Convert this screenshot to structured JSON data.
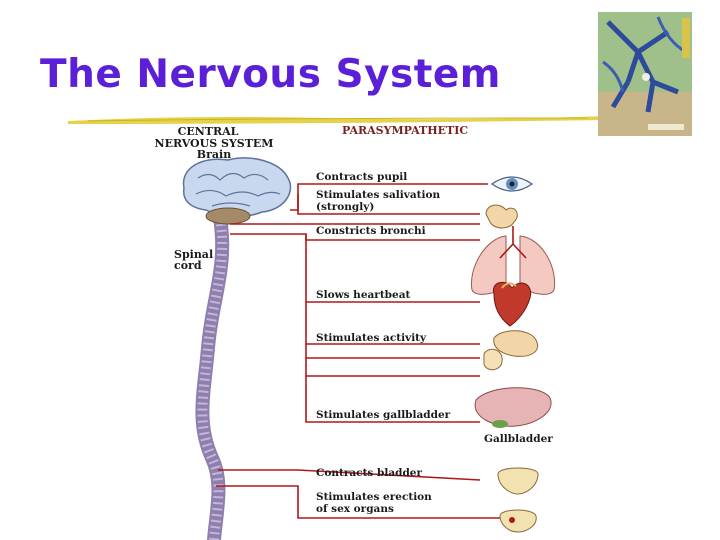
{
  "slide": {
    "title": "The Nervous System"
  },
  "diagram": {
    "cns_header_line1": "CENTRAL",
    "cns_header_line2": "NERVOUS SYSTEM",
    "brain_label": "Brain",
    "spinal_label_line1": "Spinal",
    "spinal_label_line2": "cord",
    "column_header": "PARASYMPATHETIC",
    "effects": [
      {
        "lines": [
          "Contracts pupil"
        ],
        "icon": "eye-icon"
      },
      {
        "lines": [
          "Stimulates salivation",
          "(strongly)"
        ],
        "icon": "salivary-gland-icon"
      },
      {
        "lines": [
          "Constricts bronchi"
        ],
        "icon": "lungs-icon"
      },
      {
        "lines": [
          "Slows heartbeat"
        ],
        "icon": "heart-icon"
      },
      {
        "lines": [
          "Stimulates activity"
        ],
        "icon": "stomach-pancreas-icon"
      },
      {
        "lines": [
          "Stimulates gallbladder"
        ],
        "icon": "liver-icon"
      },
      {
        "lines": [
          "Contracts bladder"
        ],
        "icon": "bladder-icon"
      },
      {
        "lines": [
          "Stimulates erection",
          "of sex organs"
        ],
        "icon": "genitals-icon"
      }
    ],
    "gallbladder_label": "Gallbladder"
  },
  "colors": {
    "title": "#5a1fd6",
    "nerve_line": "#b01818",
    "spinal_cord": "#c3b6d8",
    "brain": "#c9d8ee",
    "title_rule": "#e6d24a"
  }
}
